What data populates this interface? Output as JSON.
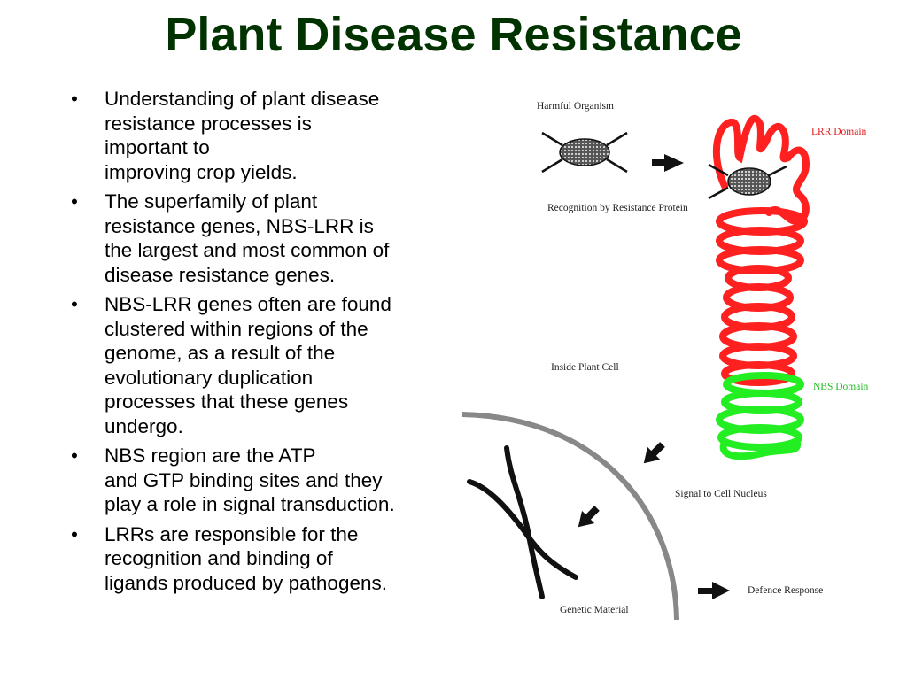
{
  "title": "Plant Disease Resistance",
  "bullets": [
    {
      "lines": [
        "Understanding of plant disease",
        "resistance processes is",
        "important to",
        "improving crop yields."
      ]
    },
    {
      "lines": [
        "The superfamily of plant",
        "resistance genes, NBS-LRR is",
        "the largest and most common of",
        "disease resistance genes."
      ]
    },
    {
      "lines": [
        "NBS-LRR genes often are found",
        "clustered within regions of the",
        "genome, as a result of the",
        "evolutionary duplication",
        "processes that these genes",
        "undergo."
      ]
    },
    {
      "lines": [
        "NBS region are the ATP",
        "and GTP binding sites and they",
        "play a role in signal transduction."
      ]
    },
    {
      "lines": [
        "LRRs are responsible for the",
        "recognition and binding of",
        "ligands produced by pathogens."
      ]
    }
  ],
  "bullet_symbol": "•",
  "diagram": {
    "labels": {
      "harmful_organism": "Harmful Organism",
      "lrr_domain": "LRR Domain",
      "recognition": "Recognition by Resistance Protein",
      "inside_cell": "Inside Plant Cell",
      "nbs_domain": "NBS Domain",
      "signal": "Signal to Cell Nucleus",
      "defence": "Defence Response",
      "genetic_material": "Genetic Material"
    },
    "colors": {
      "title": "#003300",
      "lrr": "#ff2020",
      "nbs": "#22ee22",
      "label_red": "#e02020",
      "label_green": "#22bb22",
      "membrane": "#888888",
      "organism": "#666666"
    },
    "icons": [
      "arrow-right-icon",
      "arrow-down-left-icon",
      "organism-icon",
      "chromosome-icon"
    ]
  }
}
